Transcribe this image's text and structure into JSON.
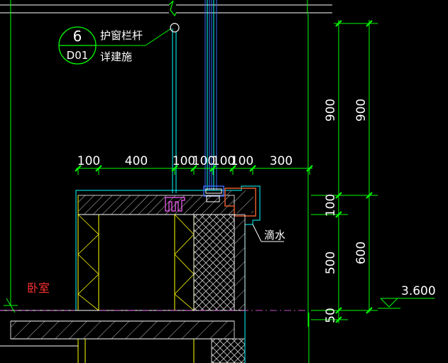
{
  "colors": {
    "background": "#000000",
    "dimension_line": "#00ff00",
    "tick": "#00ff00",
    "outline": "#00ffff",
    "wall": "#ffff00",
    "hatch": "#ffffff",
    "label_red": "#ff3030",
    "parapet_fill": "#e05a2a",
    "pipe_blue": "#3a6bff",
    "glass_magenta": "#ff60ff",
    "text": "#ffffff"
  },
  "callout": {
    "number": "6",
    "sheet": "D01",
    "note_line1": "护窗栏杆",
    "note_line2": "详建施"
  },
  "top_dimensions": [
    "100",
    "400",
    "100",
    "100",
    "100",
    "100",
    "300"
  ],
  "right_dims_inner": [
    "900",
    "100",
    "500",
    "50"
  ],
  "right_dims_outer": [
    "900",
    "600"
  ],
  "drip_label": "滴水",
  "room_label": "卧室",
  "elevation": "3.600"
}
